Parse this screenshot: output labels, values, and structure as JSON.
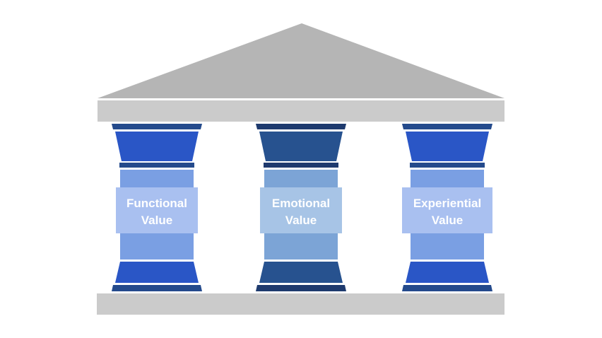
{
  "title": "Value pillars temple diagram",
  "colors": {
    "roof": "#b5b5b5",
    "beam": "#cbcbcb",
    "base": "#cbcbcb"
  },
  "pillars": [
    {
      "line1": "Functional",
      "line2": "Value",
      "colors": {
        "band": "#244a8c",
        "capital": "#2a56c6",
        "shaft": "#7a9fe3",
        "label": "#a9c0f0"
      }
    },
    {
      "line1": "Emotional",
      "line2": "Value",
      "colors": {
        "band": "#1e3a6e",
        "capital": "#27528f",
        "shaft": "#7ca4d6",
        "label": "#a7c4e6"
      }
    },
    {
      "line1": "Experiential",
      "line2": "Value",
      "colors": {
        "band": "#244a8c",
        "capital": "#2a56c6",
        "shaft": "#7a9fe3",
        "label": "#a9c0f0"
      }
    }
  ]
}
